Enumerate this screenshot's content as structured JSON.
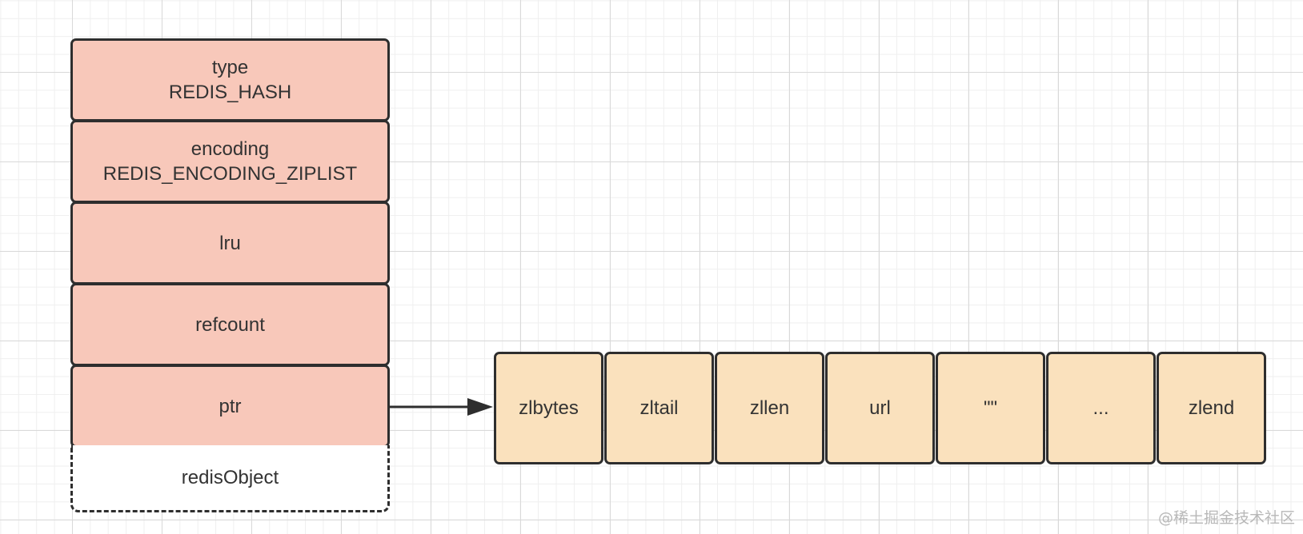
{
  "redis_object": {
    "fields": [
      {
        "lines": [
          "type",
          "REDIS_HASH"
        ]
      },
      {
        "lines": [
          "encoding",
          "REDIS_ENCODING_ZIPLIST"
        ]
      },
      {
        "lines": [
          "lru"
        ]
      },
      {
        "lines": [
          "refcount"
        ]
      },
      {
        "lines": [
          "ptr"
        ]
      }
    ],
    "caption": "redisObject"
  },
  "ziplist": {
    "cells": [
      "zlbytes",
      "zltail",
      "zllen",
      "url",
      "\"\"",
      "...",
      "zlend"
    ]
  },
  "watermark": "@稀土掘金技术社区",
  "colors": {
    "object_fill": "#f8c8ba",
    "ziplist_fill": "#fae1bd",
    "stroke": "#2e2e2e"
  }
}
